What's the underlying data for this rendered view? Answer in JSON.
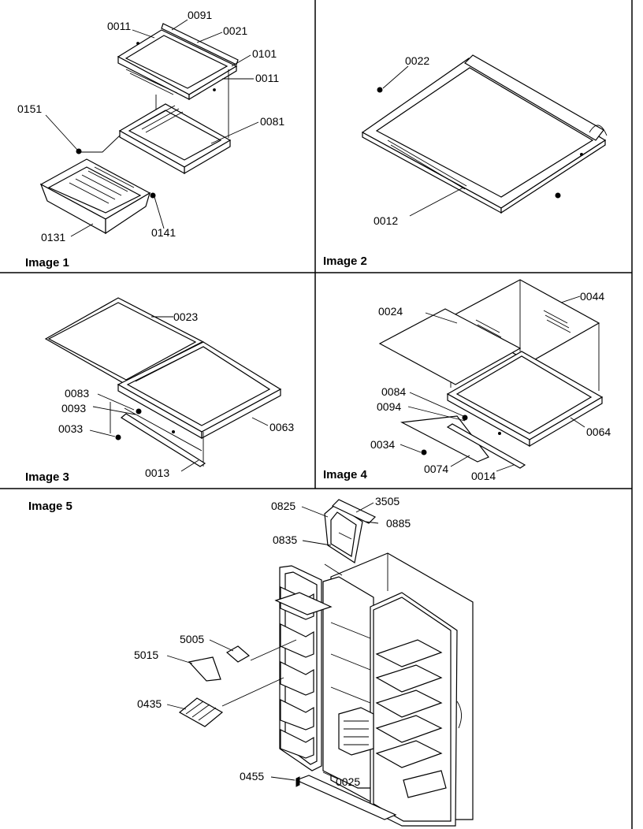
{
  "panels": [
    {
      "caption": "Image 1",
      "parts": [
        {
          "id": "p1-0011a",
          "label": "0011"
        },
        {
          "id": "p1-0091",
          "label": "0091"
        },
        {
          "id": "p1-0021",
          "label": "0021"
        },
        {
          "id": "p1-0101",
          "label": "0101"
        },
        {
          "id": "p1-0011b",
          "label": "0011"
        },
        {
          "id": "p1-0151",
          "label": "0151"
        },
        {
          "id": "p1-0081",
          "label": "0081"
        },
        {
          "id": "p1-0131",
          "label": "0131"
        },
        {
          "id": "p1-0141",
          "label": "0141"
        }
      ]
    },
    {
      "caption": "Image 2",
      "parts": [
        {
          "id": "p2-0022",
          "label": "0022"
        },
        {
          "id": "p2-0012",
          "label": "0012"
        }
      ]
    },
    {
      "caption": "Image 3",
      "parts": [
        {
          "id": "p3-0023",
          "label": "0023"
        },
        {
          "id": "p3-0083",
          "label": "0083"
        },
        {
          "id": "p3-0093",
          "label": "0093"
        },
        {
          "id": "p3-0033",
          "label": "0033"
        },
        {
          "id": "p3-0063",
          "label": "0063"
        },
        {
          "id": "p3-0013",
          "label": "0013"
        }
      ]
    },
    {
      "caption": "Image 4",
      "parts": [
        {
          "id": "p4-0024",
          "label": "0024"
        },
        {
          "id": "p4-0044",
          "label": "0044"
        },
        {
          "id": "p4-0084",
          "label": "0084"
        },
        {
          "id": "p4-0094",
          "label": "0094"
        },
        {
          "id": "p4-0034",
          "label": "0034"
        },
        {
          "id": "p4-0074",
          "label": "0074"
        },
        {
          "id": "p4-0014",
          "label": "0014"
        },
        {
          "id": "p4-0064",
          "label": "0064"
        }
      ]
    },
    {
      "caption": "Image 5",
      "parts": [
        {
          "id": "p5-0825",
          "label": "0825"
        },
        {
          "id": "p5-3505",
          "label": "3505"
        },
        {
          "id": "p5-0885",
          "label": "0885"
        },
        {
          "id": "p5-0835",
          "label": "0835"
        },
        {
          "id": "p5-5005",
          "label": "5005"
        },
        {
          "id": "p5-5015",
          "label": "5015"
        },
        {
          "id": "p5-0435",
          "label": "0435"
        },
        {
          "id": "p5-0455",
          "label": "0455"
        },
        {
          "id": "p5-0025",
          "label": "0025"
        }
      ]
    }
  ]
}
